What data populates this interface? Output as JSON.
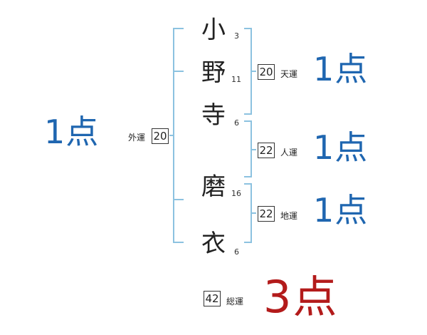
{
  "name_chars": [
    {
      "char": "小",
      "strokes": "3"
    },
    {
      "char": "野",
      "strokes": "11"
    },
    {
      "char": "寺",
      "strokes": "6"
    },
    {
      "char": "磨",
      "strokes": "16"
    },
    {
      "char": "衣",
      "strokes": "6"
    }
  ],
  "gaiun": {
    "label": "外運",
    "value": "20",
    "score": "1点"
  },
  "tenun": {
    "label": "天運",
    "value": "20",
    "score": "1点"
  },
  "jinun": {
    "label": "人運",
    "value": "22",
    "score": "1点"
  },
  "chiun": {
    "label": "地運",
    "value": "22",
    "score": "1点"
  },
  "souun": {
    "label": "総運",
    "value": "42",
    "score": "3点"
  },
  "colors": {
    "bracket": "#8cc2e0",
    "score_blue": "#1f66b0",
    "score_red": "#b31b1b"
  }
}
